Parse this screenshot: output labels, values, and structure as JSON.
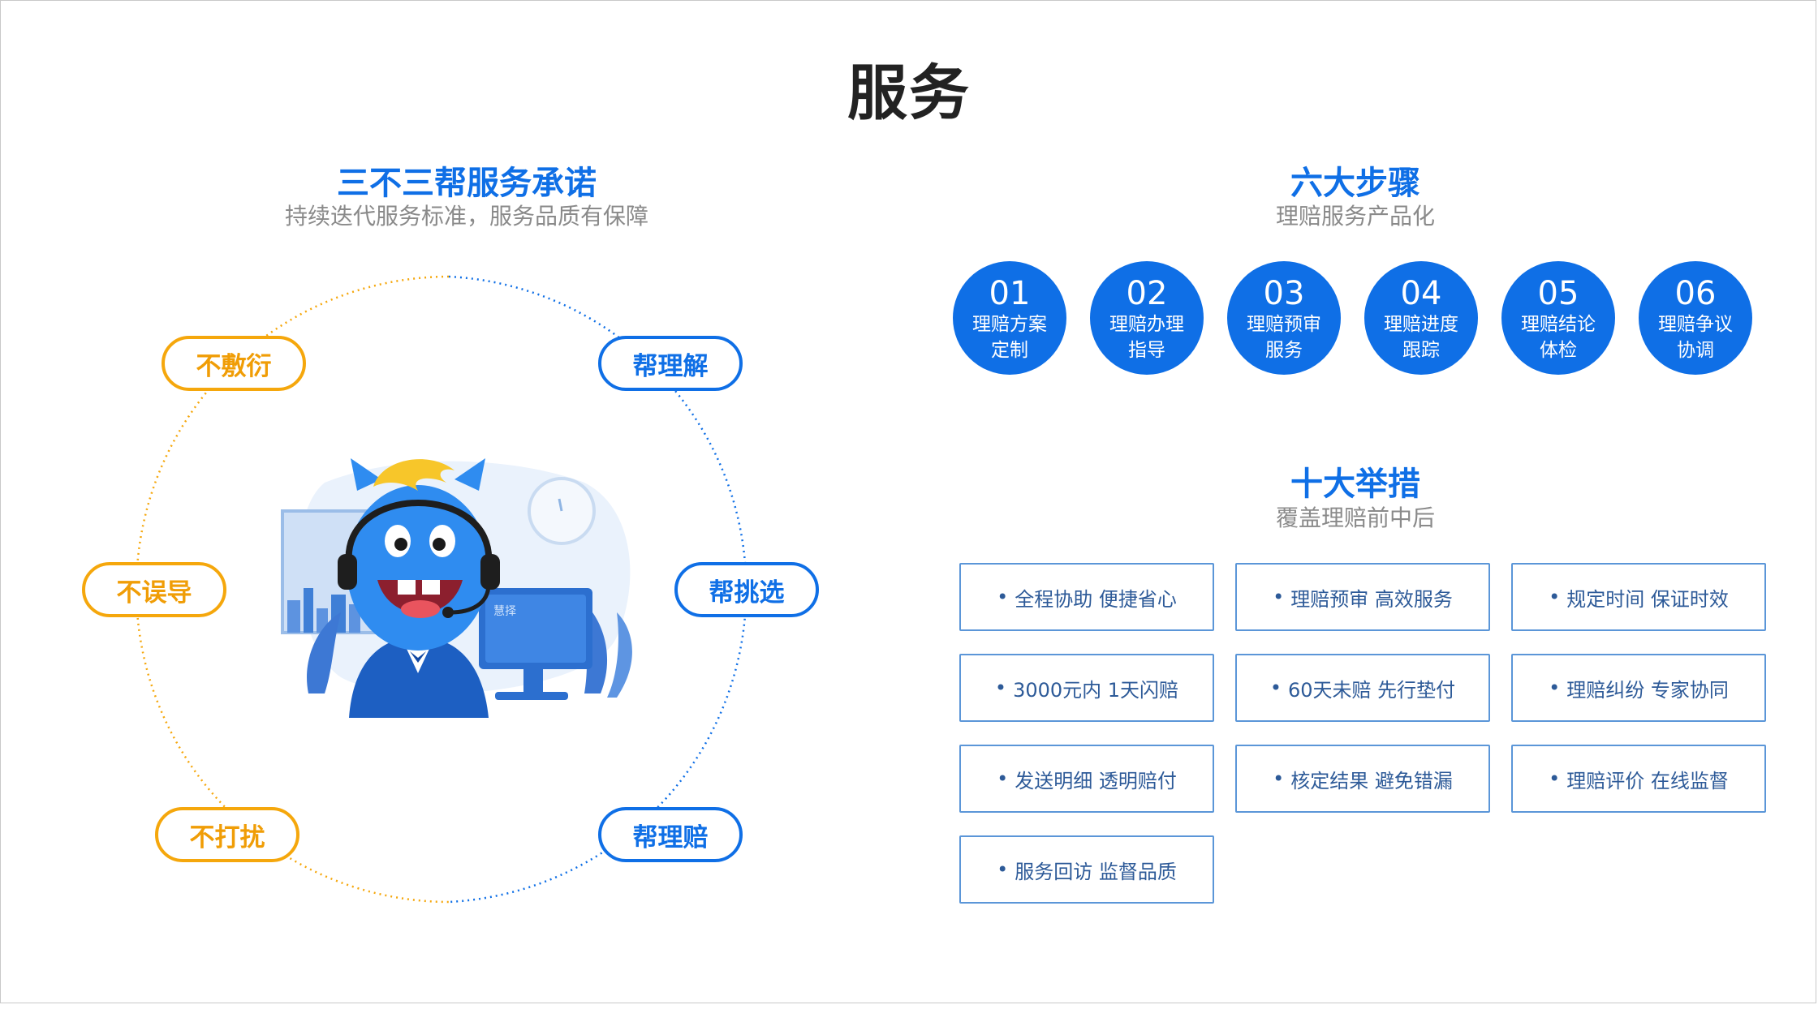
{
  "page": {
    "title": "服务"
  },
  "promise": {
    "title": "三不三帮服务承诺",
    "subtitle": "持续迭代服务标准，服务品质有保障",
    "pills": [
      {
        "label": "不敷衍",
        "tone": "orange"
      },
      {
        "label": "帮理解",
        "tone": "blue"
      },
      {
        "label": "不误导",
        "tone": "orange"
      },
      {
        "label": "帮挑选",
        "tone": "blue"
      },
      {
        "label": "不打扰",
        "tone": "orange"
      },
      {
        "label": "帮理赔",
        "tone": "blue"
      }
    ],
    "mascot": {
      "icon": "customer-service-mascot-illustration",
      "monitor_brand": "慧择"
    }
  },
  "steps": {
    "title": "六大步骤",
    "subtitle": "理赔服务产品化",
    "items": [
      {
        "num": "01",
        "label": "理赔方案定制"
      },
      {
        "num": "02",
        "label": "理赔办理指导"
      },
      {
        "num": "03",
        "label": "理赔预审服务"
      },
      {
        "num": "04",
        "label": "理赔进度跟踪"
      },
      {
        "num": "05",
        "label": "理赔结论体检"
      },
      {
        "num": "06",
        "label": "理赔争议协调"
      }
    ]
  },
  "measures": {
    "title": "十大举措",
    "subtitle": "覆盖理赔前中后",
    "bullet": "•",
    "items": [
      "全程协助 便捷省心",
      "理赔预审 高效服务",
      "规定时间 保证时效",
      "3000元内 1天闪赔",
      "60天未赔 先行垫付",
      "理赔纠纷 专家协同",
      "发送明细 透明赔付",
      "核定结果 避免错漏",
      "理赔评价 在线监督",
      "服务回访 监督品质"
    ]
  },
  "colors": {
    "blue": "#0f6fe6",
    "orange": "#f5a70c",
    "title": "#222222",
    "subtitle": "#8a8a8a"
  }
}
